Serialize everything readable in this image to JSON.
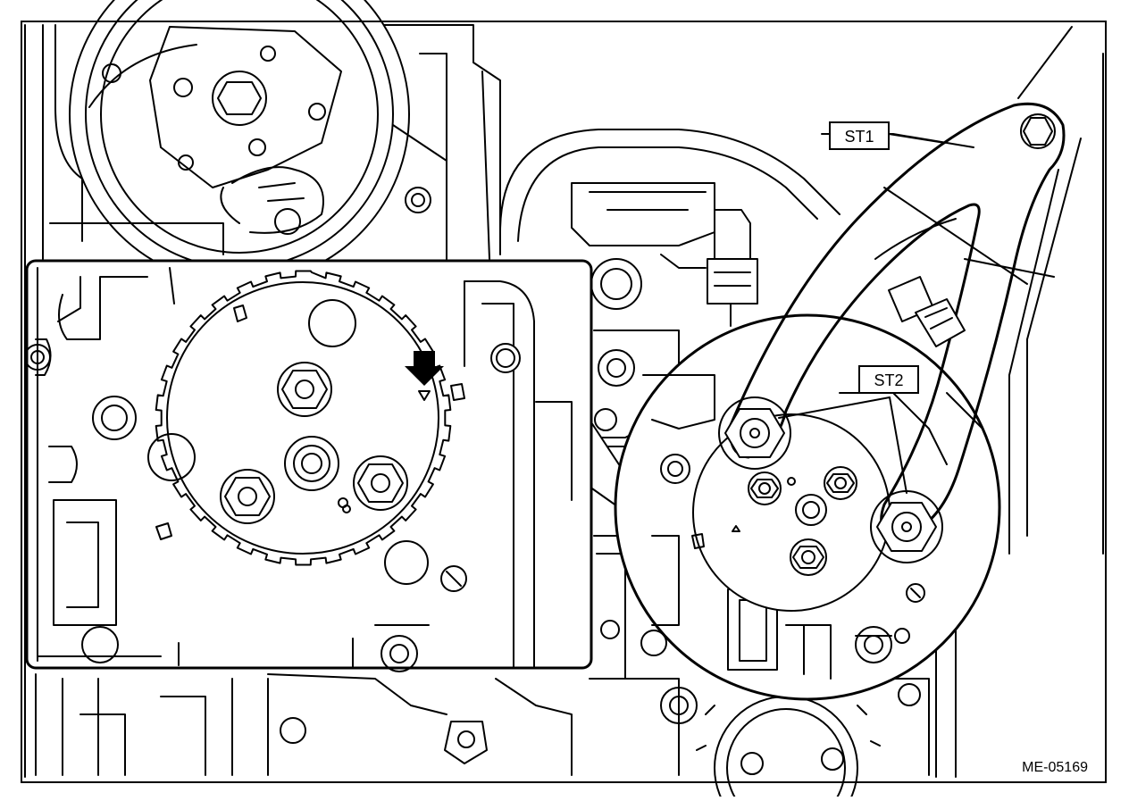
{
  "figure": {
    "id_code": "ME-05169",
    "callouts": {
      "st1": "ST1",
      "st2": "ST2"
    }
  }
}
